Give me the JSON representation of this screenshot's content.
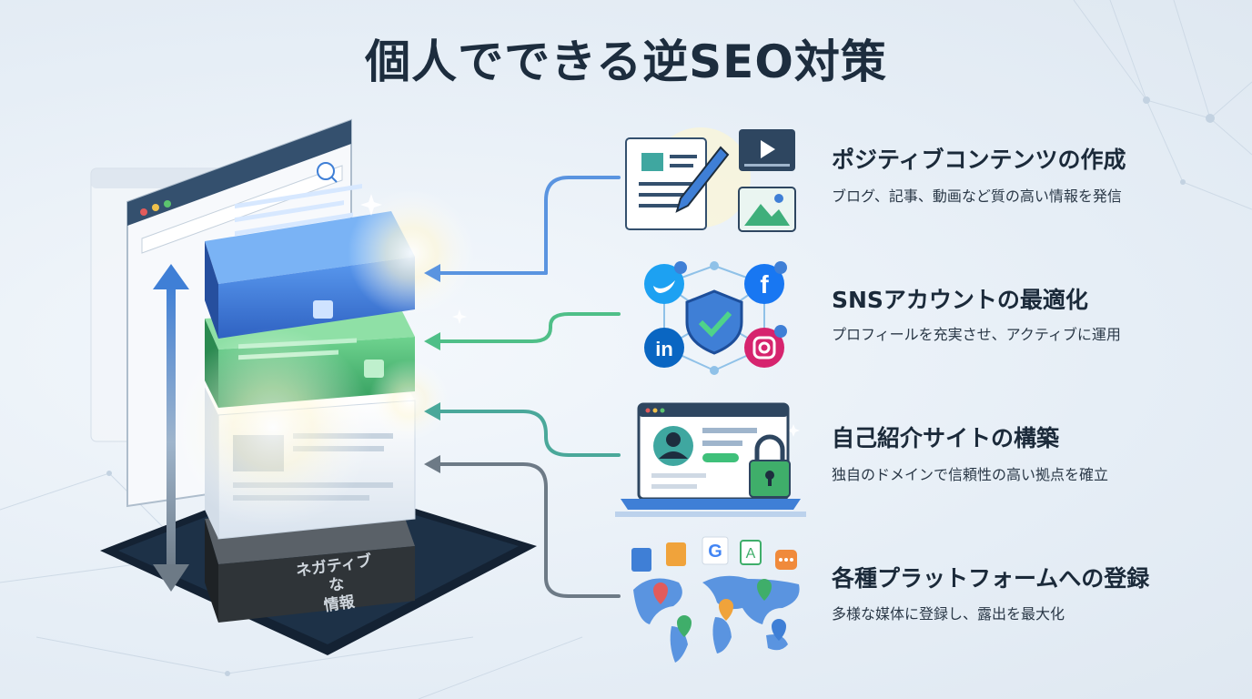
{
  "title": "個人でできる逆SEO対策",
  "items": [
    {
      "title": "ポジティブコンテンツの作成",
      "desc": "ブログ、記事、動画など質の高い情報を発信",
      "icon": "document-pen-video-image-icon"
    },
    {
      "title": "SNSアカウントの最適化",
      "desc": "プロフィールを充実させ、アクティブに運用",
      "icon": "social-network-shield-icon"
    },
    {
      "title": "自己紹介サイトの構築",
      "desc": "独自のドメインで信頼性の高い拠点を確立",
      "icon": "laptop-profile-lock-icon"
    },
    {
      "title": "各種プラットフォームへの登録",
      "desc": "多様な媒体に登録し、露出を最大化",
      "icon": "world-map-pins-icon"
    }
  ],
  "stack": {
    "negative_label_line1": "ネガティブな",
    "negative_label_line2": "情報"
  },
  "colors": {
    "blue": "#3f7fd6",
    "green": "#3db57a",
    "teal": "#43a79a",
    "gray": "#6d7a86",
    "dark": "#1d2d3e"
  }
}
